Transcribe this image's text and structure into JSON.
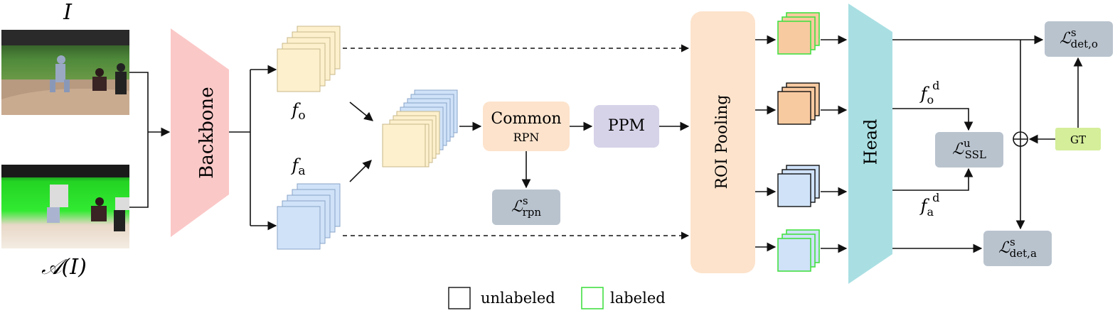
{
  "inputs": {
    "original_label": "I",
    "augmented_label": "𝒜(I)"
  },
  "backbone": {
    "label": "Backbone"
  },
  "features": {
    "fo": {
      "base": "f",
      "sub": "o"
    },
    "fa": {
      "base": "f",
      "sub": "a"
    }
  },
  "rpn": {
    "title": "Common",
    "subtitle": "RPN"
  },
  "ppm": {
    "label": "PPM"
  },
  "roi": {
    "label": "ROI Pooling"
  },
  "head": {
    "label": "Head"
  },
  "gt": {
    "label": "GT"
  },
  "losses": {
    "rpn": {
      "base": "ℒ",
      "sup": "s",
      "sub": "rpn"
    },
    "ssl": {
      "base": "ℒ",
      "sup": "u",
      "sub": "SSL"
    },
    "det_o": {
      "base": "ℒ",
      "sup": "s",
      "sub": "det,o"
    },
    "det_a": {
      "base": "ℒ",
      "sup": "s",
      "sub": "det,a"
    }
  },
  "head_features": {
    "fod": {
      "base": "f",
      "sub": "o",
      "sup": "d"
    },
    "fad": {
      "base": "f",
      "sub": "a",
      "sup": "d"
    }
  },
  "legend": {
    "unlabeled": "unlabeled",
    "labeled": "labeled"
  },
  "colors": {
    "backbone": "#fbc8c8",
    "feat_yellow": "#fdf0cc",
    "feat_blue": "#cfe2f8",
    "feat_orange": "#f8caa0",
    "rpn": "#fde3cc",
    "ppm": "#d6d2e8",
    "roi": "#fde3cc",
    "head": "#a9dfe3",
    "loss": "#b9c3ce",
    "gt": "#d4ee9a",
    "labeled_border": "#44e044"
  }
}
